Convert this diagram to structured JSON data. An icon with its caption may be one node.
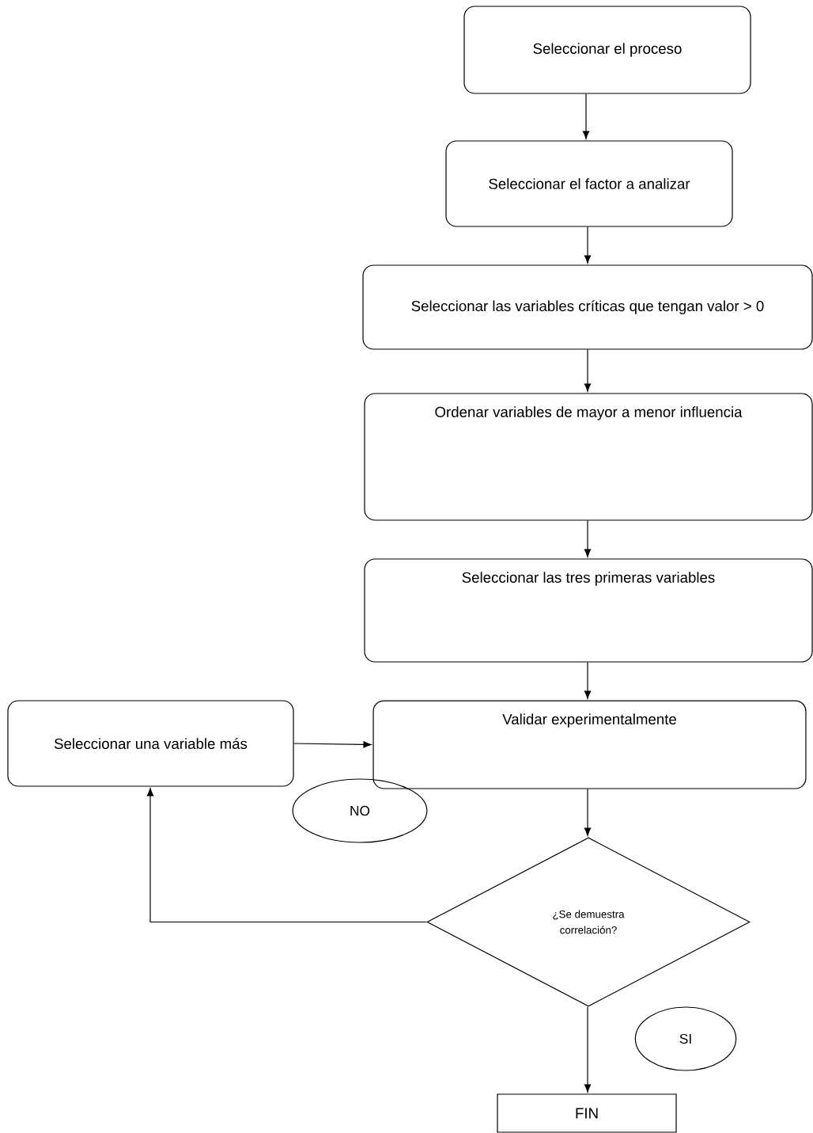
{
  "diagram": {
    "nodes": [
      {
        "text": [
          "Seleccionar  el proceso"
        ]
      },
      {
        "text": [
          "Seleccionar  el factor a analizar"
        ]
      },
      {
        "text": [
          "Seleccionar  las variables críticas que tengan valor > 0"
        ]
      },
      {
        "text": [
          "Ordenar variables de mayor a menor influencia"
        ]
      },
      {
        "text": [
          "Seleccionar las tres primeras variables"
        ]
      },
      {
        "text": [
          "Validar experimentalmente"
        ]
      },
      {
        "text": [
          "Seleccionar una variable más"
        ]
      },
      {
        "text": [
          "¿Se demuestra correlación?"
        ]
      },
      {
        "text": [
          "NO"
        ]
      },
      {
        "text": [
          "SI"
        ]
      },
      {
        "text": [
          "FIN"
        ]
      }
    ],
    "edges": [
      {
        "from": 0,
        "to": 1,
        "arrow": "to"
      },
      {
        "from": 1,
        "to": 2,
        "arrow": "to"
      },
      {
        "from": 2,
        "to": 3,
        "arrow": "to"
      },
      {
        "from": 3,
        "to": 4,
        "arrow": "to"
      },
      {
        "from": 4,
        "to": 5,
        "arrow": "to"
      },
      {
        "from": 6,
        "to": 5,
        "arrow": "to"
      },
      {
        "from": 5,
        "to": 7,
        "arrow": "to"
      },
      {
        "from": 7,
        "to": 6,
        "arrow": "to"
      },
      {
        "from": 7,
        "to": 10,
        "arrow": "to"
      }
    ]
  }
}
